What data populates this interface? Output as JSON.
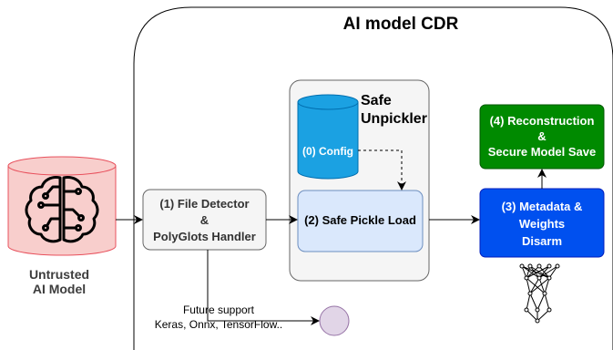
{
  "title": "AI model CDR",
  "untrusted_model": {
    "line1": "Untrusted",
    "line2": "AI Model",
    "icon": "brain-circuit-icon"
  },
  "file_detector": {
    "line1": "(1) File Detector",
    "line2": "&",
    "line3": "PolyGlots Handler"
  },
  "safe_unpickler": {
    "line1": "Safe",
    "line2": "Unpickler"
  },
  "config": {
    "label": "(0) Config"
  },
  "safe_pickle_load": {
    "label": "(2) Safe Pickle Load"
  },
  "metadata_disarm": {
    "line1": "(3) Metadata &",
    "line2": "Weights",
    "line3": "Disarm"
  },
  "reconstruction": {
    "line1": "(4) Reconstruction",
    "line2": "&",
    "line3": "Secure Model Save"
  },
  "future_support": {
    "line1": "Future support",
    "line2": "Keras, Onnx, TensorFlow.."
  },
  "icons": {
    "network": "neural-network-icon"
  },
  "colors": {
    "untrusted_fill": "#f8cecc",
    "untrusted_stroke": "#e8505c",
    "config_fill": "#1ba1e2",
    "config_stroke": "#006eaf",
    "pickle_fill": "#dae8fc",
    "pickle_stroke": "#6c8ebf",
    "disarm_fill": "#0050ef",
    "disarm_stroke": "#001dbc",
    "recon_fill": "#008a00",
    "recon_stroke": "#005700",
    "detector_fill": "#f5f5f5",
    "unpickler_fill": "#f5f5f5",
    "future_fill": "#e1d5e7",
    "future_stroke": "#9673a6"
  }
}
